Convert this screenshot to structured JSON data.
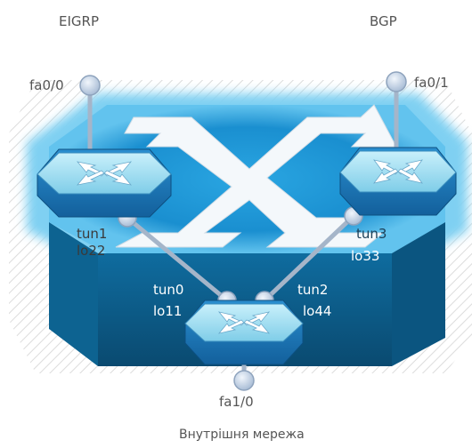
{
  "labels": {
    "left_protocol": "EIGRP",
    "right_protocol": "BGP",
    "left_port": "fa0/0",
    "right_port": "fa0/1",
    "bottom_port": "fa1/0",
    "tun1": "tun1",
    "lo22": "lo22",
    "tun3": "tun3",
    "lo33": "lo33",
    "tun0": "tun0",
    "lo11": "lo11",
    "tun2": "tun2",
    "lo44": "lo44",
    "caption": "Внутрішня мережа"
  },
  "colors": {
    "router_top": "#9fdcf0",
    "router_side": "#1d7ec2",
    "platform": "#1699d9",
    "platform_side": "#0c5d8a",
    "link": "#a5b5c9",
    "port": "#c3d3e8"
  }
}
